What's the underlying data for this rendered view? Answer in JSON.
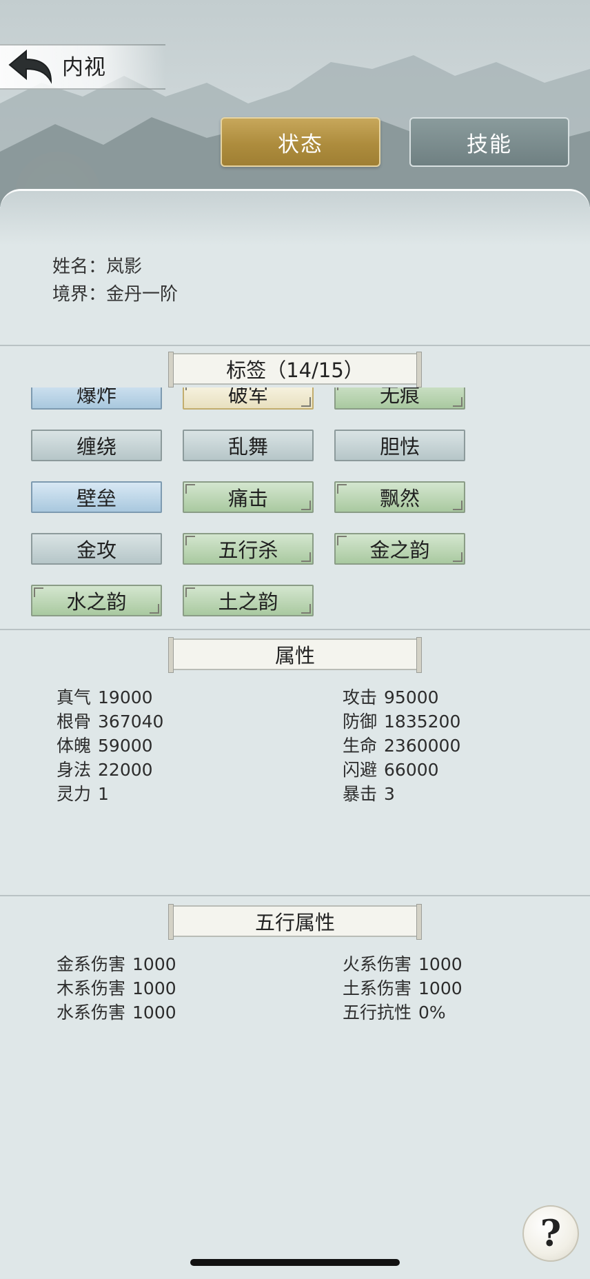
{
  "header": {
    "title": "内视"
  },
  "tabs": [
    {
      "label": "状态",
      "active": true
    },
    {
      "label": "技能",
      "active": false
    }
  ],
  "profile": {
    "name_label": "姓名：",
    "name_value": "岚影",
    "realm_label": "境界：",
    "realm_value": "金丹一阶"
  },
  "sections": {
    "tags_title": "标签（14/15）",
    "attributes_title": "属性",
    "elements_title": "五行属性"
  },
  "tags": [
    {
      "label": "爆炸",
      "style": "blue"
    },
    {
      "label": "破军",
      "style": "gold"
    },
    {
      "label": "无痕",
      "style": "green"
    },
    {
      "label": "缠绕",
      "style": "grey"
    },
    {
      "label": "乱舞",
      "style": "grey"
    },
    {
      "label": "胆怯",
      "style": "grey"
    },
    {
      "label": "壁垒",
      "style": "blue"
    },
    {
      "label": "痛击",
      "style": "green"
    },
    {
      "label": "飘然",
      "style": "green"
    },
    {
      "label": "金攻",
      "style": "grey"
    },
    {
      "label": "五行杀",
      "style": "green"
    },
    {
      "label": "金之韵",
      "style": "green"
    },
    {
      "label": "水之韵",
      "style": "green"
    },
    {
      "label": "土之韵",
      "style": "green"
    }
  ],
  "attributes": {
    "left": [
      {
        "name": "真气",
        "value": "19000"
      },
      {
        "name": "根骨",
        "value": "367040"
      },
      {
        "name": "体魄",
        "value": "59000"
      },
      {
        "name": "身法",
        "value": "22000"
      },
      {
        "name": "灵力",
        "value": "1"
      }
    ],
    "right": [
      {
        "name": "攻击",
        "value": "95000"
      },
      {
        "name": "防御",
        "value": "1835200"
      },
      {
        "name": "生命",
        "value": "2360000"
      },
      {
        "name": "闪避",
        "value": "66000"
      },
      {
        "name": "暴击",
        "value": "3"
      }
    ]
  },
  "elements": {
    "left": [
      {
        "name": "金系伤害",
        "value": "1000"
      },
      {
        "name": "木系伤害",
        "value": "1000"
      },
      {
        "name": "水系伤害",
        "value": "1000"
      }
    ],
    "right": [
      {
        "name": "火系伤害",
        "value": "1000"
      },
      {
        "name": "土系伤害",
        "value": "1000"
      },
      {
        "name": "五行抗性",
        "value": "0%"
      }
    ]
  },
  "help": {
    "symbol": "?"
  },
  "colors": {
    "active_tab": "#ad8c3d",
    "inactive_tab": "#6f8082",
    "panel_bg": "#dfe7e8",
    "tag_green": "#a9c9a0",
    "tag_blue": "#a9c8de",
    "tag_grey": "#b6c6c8"
  }
}
